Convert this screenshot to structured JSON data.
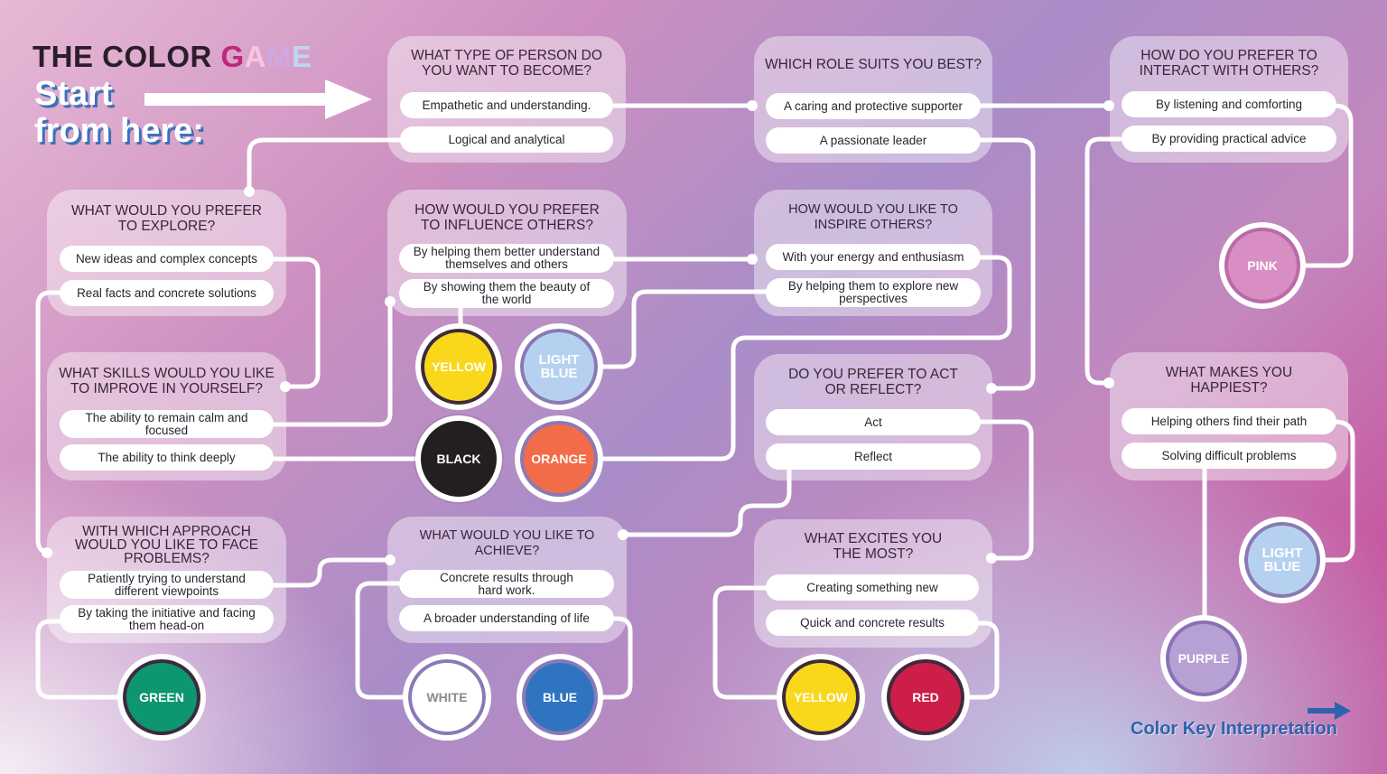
{
  "header": {
    "title_prefix": "THE COLOR ",
    "title_g": "G",
    "title_a": "A",
    "title_m": "M",
    "title_e": "E",
    "start_line1": "Start",
    "start_line2": "from here:"
  },
  "questions": {
    "q1": {
      "title": "WHAT TYPE OF PERSON DO YOU WANT TO BECOME?",
      "options": [
        "Empathetic and understanding.",
        "Logical and analytical"
      ]
    },
    "q2": {
      "title": "WHICH ROLE SUITS YOU BEST?",
      "options": [
        "A caring and protective supporter",
        "A passionate leader"
      ]
    },
    "q3": {
      "title": "HOW DO YOU PREFER TO INTERACT WITH OTHERS?",
      "options": [
        "By listening and comforting",
        "By providing practical advice"
      ]
    },
    "q4": {
      "title": "WHAT WOULD YOU PREFER TO EXPLORE?",
      "options": [
        "New ideas and complex concepts",
        "Real facts and concrete solutions"
      ]
    },
    "q5": {
      "title": "HOW WOULD YOU PREFER TO INFLUENCE OTHERS?",
      "options": [
        "By helping them better understand themselves and others",
        "By showing them the beauty of the world"
      ]
    },
    "q6": {
      "title": "HOW WOULD YOU LIKE TO INSPIRE OTHERS?",
      "options": [
        "With your energy and enthusiasm",
        "By helping them to explore new perspectives"
      ]
    },
    "q7": {
      "title": "WHAT SKILLS WOULD YOU LIKE TO IMPROVE IN YOURSELF?",
      "options": [
        "The ability to remain calm and focused",
        "The ability to think deeply"
      ]
    },
    "q8": {
      "title": "DO YOU PREFER TO ACT OR REFLECT?",
      "options": [
        "Act",
        "Reflect"
      ]
    },
    "q9": {
      "title": "WHAT MAKES YOU HAPPIEST?",
      "options": [
        "Helping others find their path",
        "Solving difficult problems"
      ]
    },
    "q10": {
      "title": "WITH WHICH APPROACH WOULD YOU LIKE TO FACE PROBLEMS?",
      "options": [
        "Patiently trying to understand different viewpoints",
        "By taking the initiative and facing them head-on"
      ]
    },
    "q11": {
      "title": "WHAT WOULD YOU LIKE TO ACHIEVE?",
      "options": [
        "Concrete results through hard work.",
        "A broader understanding of life"
      ]
    },
    "q12": {
      "title": "WHAT EXCITES YOU THE MOST?",
      "options": [
        "Creating something new",
        "Quick and concrete results"
      ]
    }
  },
  "results": {
    "pink": {
      "label": "PINK",
      "color": "#d88dc3"
    },
    "yellow1": {
      "label": "YELLOW",
      "color": "#f9d81c"
    },
    "lightblue1": {
      "label": "LIGHT BLUE",
      "color": "#b6d1ef"
    },
    "black": {
      "label": "BLACK",
      "color": "#231f20"
    },
    "orange": {
      "label": "ORANGE",
      "color": "#f26c4a"
    },
    "lightblue2": {
      "label": "LIGHT BLUE",
      "color": "#b6d1ef"
    },
    "purple": {
      "label": "PURPLE",
      "color": "#b6a0d4"
    },
    "green": {
      "label": "GREEN",
      "color": "#0e9670"
    },
    "white": {
      "label": "WHITE",
      "color": "#ffffff"
    },
    "blue": {
      "label": "BLUE",
      "color": "#2f74c0"
    },
    "yellow2": {
      "label": "YELLOW",
      "color": "#f9d81c"
    },
    "red": {
      "label": "RED",
      "color": "#cc1e48"
    }
  },
  "footer": {
    "key_label": "Color Key Interpretation"
  },
  "colors": {
    "accent_blue": "#2f62ad",
    "title_dark": "#2a1e2a",
    "game_pink": "#c0267e"
  }
}
